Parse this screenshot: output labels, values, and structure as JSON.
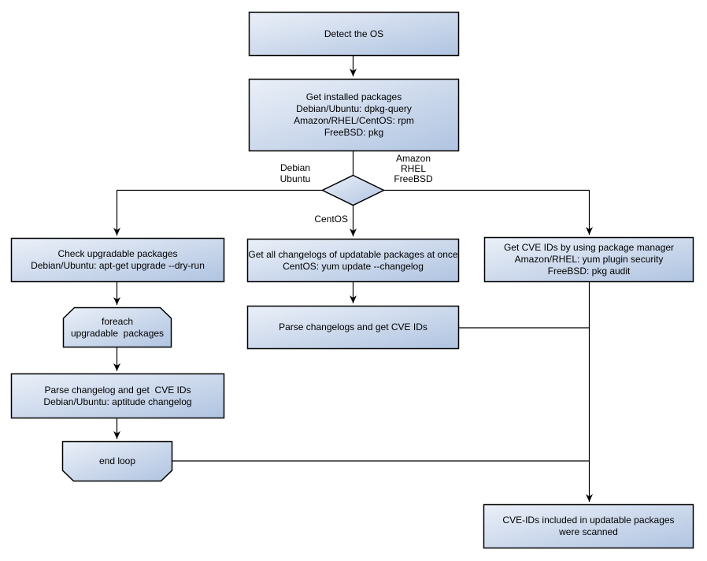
{
  "diagram": {
    "colors": {
      "node_fill_light": "#ebf0f8",
      "node_fill_dark": "#b0c4e1",
      "node_border": "#000000",
      "connector": "#000000",
      "text": "#000000"
    },
    "nodes": {
      "detect_os": {
        "lines": [
          "Detect the OS"
        ]
      },
      "get_installed_packages": {
        "lines": [
          "Get installed packages",
          "Debian/Ubuntu: dpkg-query",
          "Amazon/RHEL/CentOS: rpm",
          "FreeBSD: pkg"
        ]
      },
      "check_upgradable_packages": {
        "lines": [
          "Check upgradable packages",
          "Debian/Ubuntu: apt-get upgrade --dry-run"
        ]
      },
      "foreach_loop_start": {
        "lines": [
          "foreach",
          "upgradable  packages"
        ]
      },
      "parse_changelog": {
        "lines": [
          "Parse changelog and get  CVE IDs",
          "Debian/Ubuntu: aptitude changelog"
        ]
      },
      "end_loop": {
        "lines": [
          "end loop"
        ]
      },
      "get_all_changelogs": {
        "lines": [
          "Get all changelogs of updatable packages at once",
          "CentOS: yum update --changelog"
        ]
      },
      "parse_changelogs": {
        "lines": [
          "Parse changelogs and get CVE IDs"
        ]
      },
      "get_cve_ids_pkg_manager": {
        "lines": [
          "Get CVE IDs by using package manager",
          "Amazon/RHEL: yum plugin security",
          "FreeBSD: pkg audit"
        ]
      },
      "cve_ids_scanned": {
        "lines": [
          "CVE-IDs included in updatable packages",
          "were scanned"
        ]
      }
    },
    "branch_labels": {
      "debian_ubuntu": {
        "lines": [
          "Debian",
          "Ubuntu"
        ]
      },
      "amazon_rhel_freebsd": {
        "lines": [
          "Amazon",
          "RHEL",
          "FreeBSD"
        ]
      },
      "centos": {
        "lines": [
          "CentOS"
        ]
      }
    }
  }
}
